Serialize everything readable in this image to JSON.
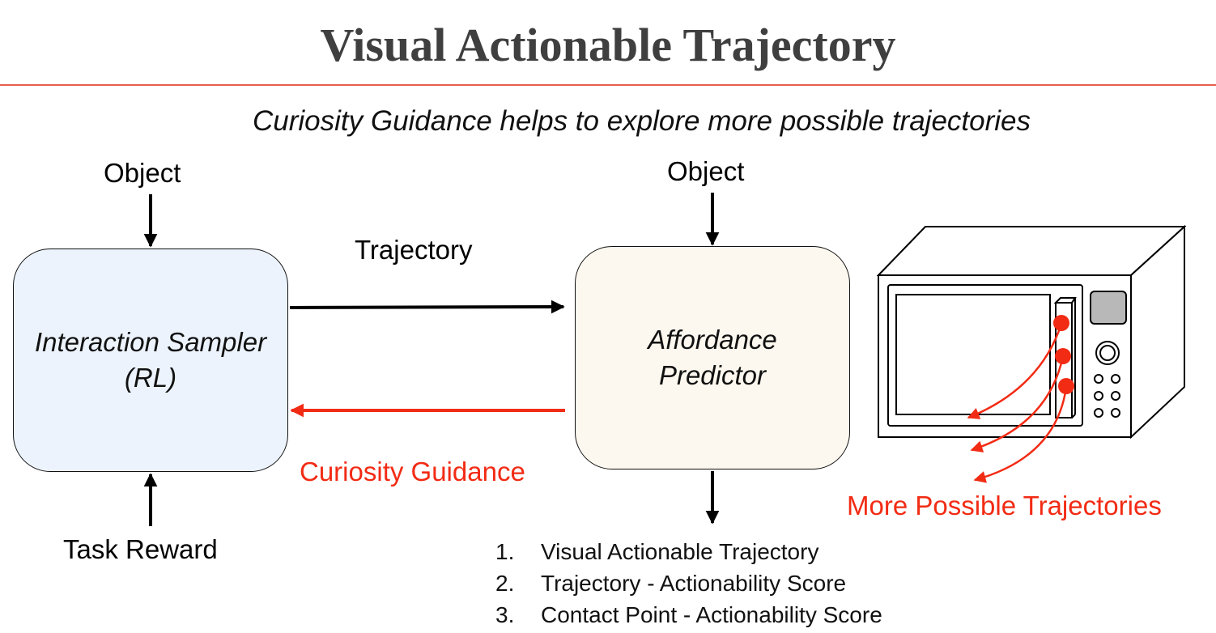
{
  "title": "Visual Actionable Trajectory",
  "subtitle": "Curiosity Guidance helps to explore more possible trajectories",
  "sampler": {
    "input_top": "Object",
    "line1": "Interaction Sampler",
    "line2": "(RL)",
    "input_bottom": "Task Reward"
  },
  "predictor": {
    "input_top": "Object",
    "line1": "Affordance",
    "line2": "Predictor"
  },
  "edges": {
    "forward": "Trajectory",
    "feedback": "Curiosity Guidance"
  },
  "outputs": [
    {
      "num": "1.",
      "text": "Visual Actionable Trajectory"
    },
    {
      "num": "2.",
      "text": "Trajectory - Actionability Score"
    },
    {
      "num": "3.",
      "text": "Contact Point - Actionability Score"
    }
  ],
  "microwave_caption": "More Possible Trajectories",
  "colors": {
    "accent": "#f22b14",
    "rule": "#e8604c",
    "sampler_fill": "#ecf3fd",
    "predictor_fill": "#fdf8ef"
  }
}
